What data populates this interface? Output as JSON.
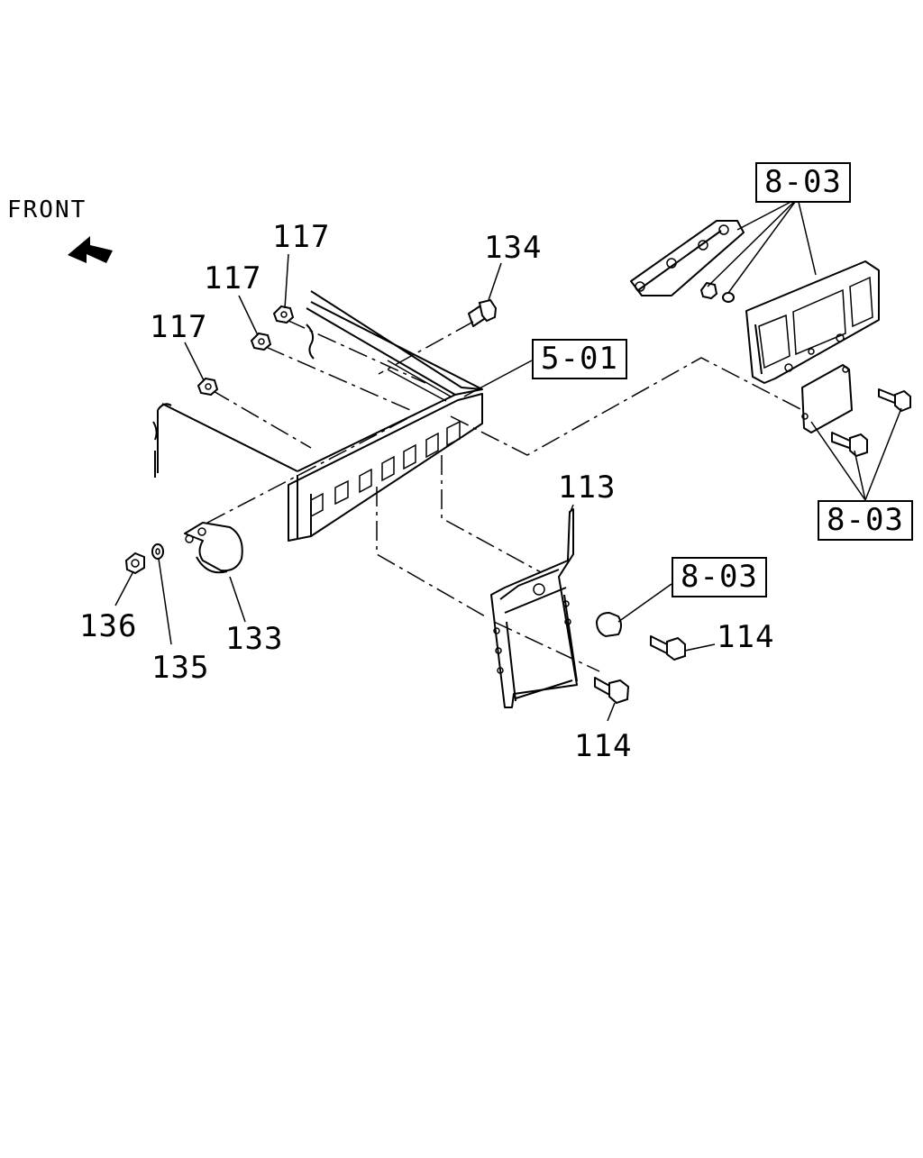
{
  "front_label": "FRONT",
  "callouts": {
    "c117a": "117",
    "c117b": "117",
    "c117c": "117",
    "c134": "134",
    "c501": "5-01",
    "c803_top": "8-03",
    "c803_right": "8-03",
    "c803_mid": "8-03",
    "c113": "113",
    "c114_right": "114",
    "c114_bottom": "114",
    "c136": "136",
    "c135": "135",
    "c133": "133"
  },
  "icons": {
    "front_arrow": "front-arrow-icon"
  }
}
